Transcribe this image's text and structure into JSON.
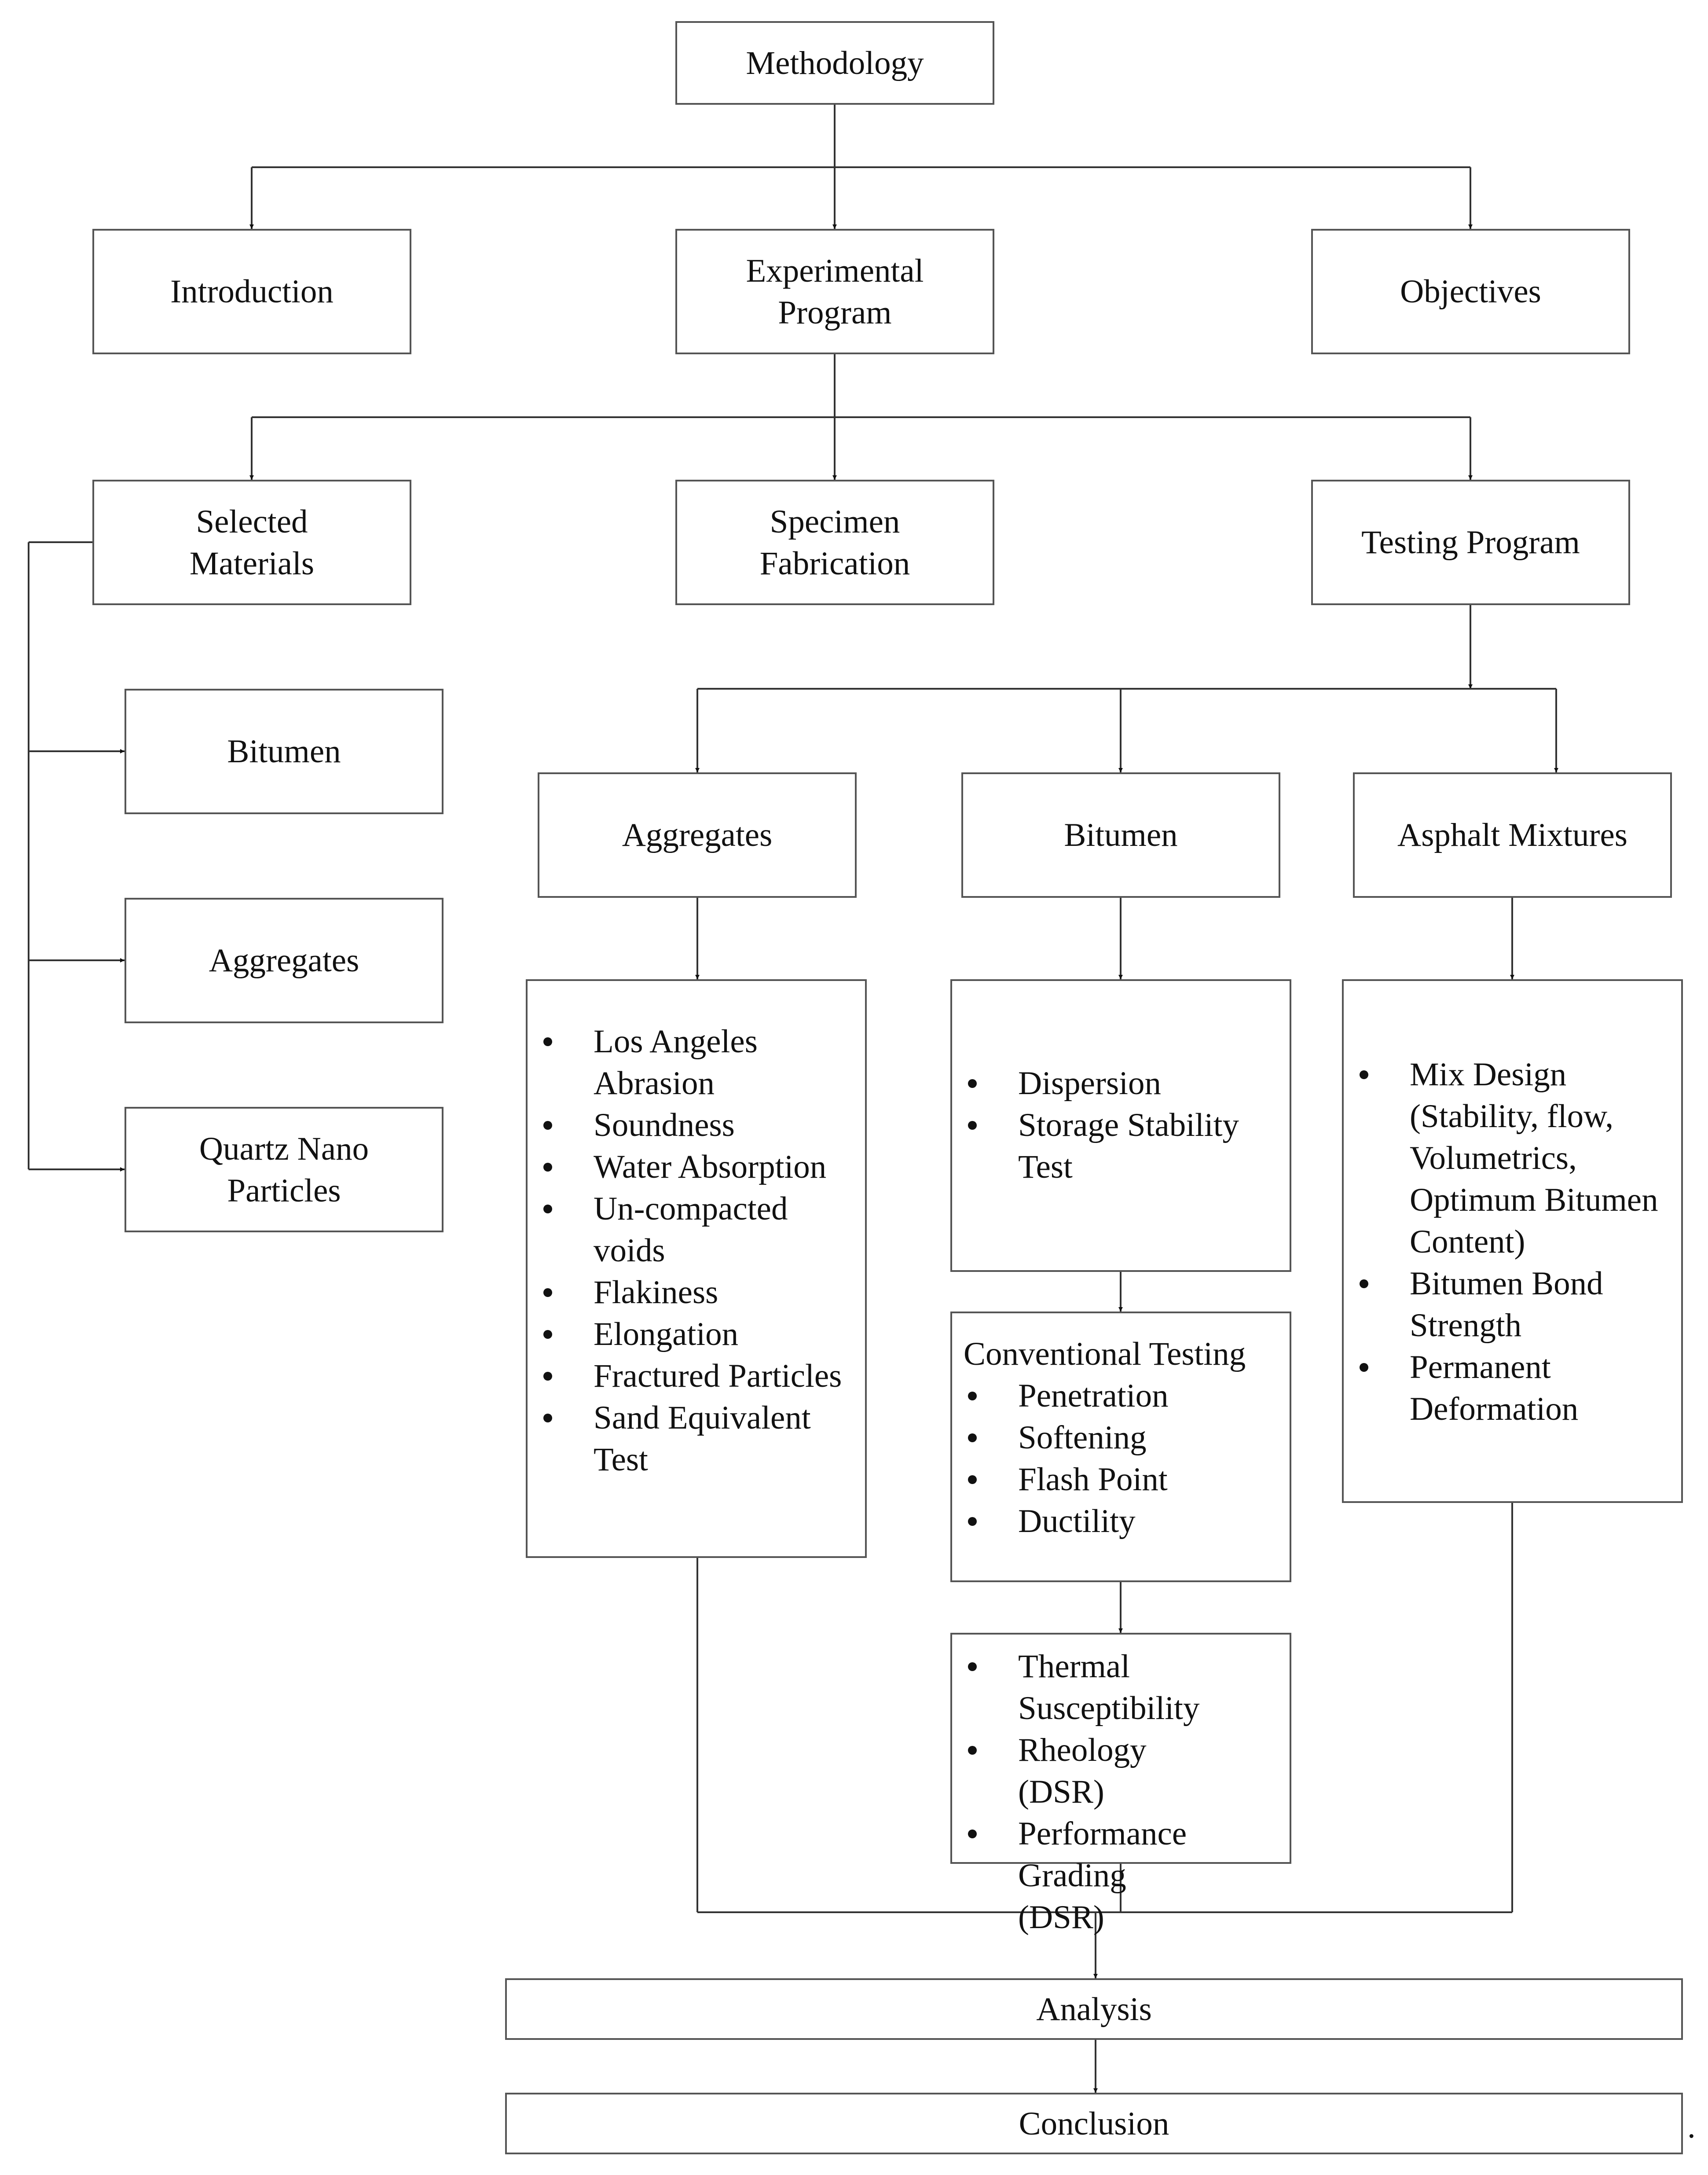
{
  "boxes": {
    "methodology": "Methodology",
    "introduction": "Introduction",
    "experimental_program": "Experimental Program",
    "objectives": "Objectives",
    "selected_materials": "Selected Materials",
    "specimen_fabrication": "Specimen Fabrication",
    "testing_program": "Testing Program",
    "materials_bitumen": "Bitumen",
    "materials_aggregates": "Aggregates",
    "materials_quartz": "Quartz Nano Particles",
    "test_aggregates": "Aggregates",
    "test_bitumen": "Bitumen",
    "test_asphalt_mixtures": "Asphalt Mixtures",
    "analysis": "Analysis",
    "conclusion": "Conclusion"
  },
  "lists": {
    "aggregate_tests": [
      "Los Angeles Abrasion",
      "Soundness",
      "Water Absorption",
      "Un-compacted voids",
      "Flakiness",
      "Elongation",
      "Fractured Particles",
      "Sand Equivalent Test"
    ],
    "bitumen_tests": [
      "Dispersion",
      "Storage Stability Test"
    ],
    "conventional_testing_heading": "Conventional Testing",
    "conventional_tests": [
      "Penetration",
      "Softening",
      "Flash Point",
      "Ductility"
    ],
    "advanced_bitumen_tests": [
      "Thermal Susceptibility",
      "Rheology (DSR)",
      "Performance Grading (DSR)"
    ],
    "asphalt_mixture_tests": [
      "Mix Design (Stability, flow, Volumetrics, Optimum Bitumen Content)",
      "Bitumen Bond Strength",
      "Permanent Deformation"
    ]
  },
  "trailing_mark": "."
}
